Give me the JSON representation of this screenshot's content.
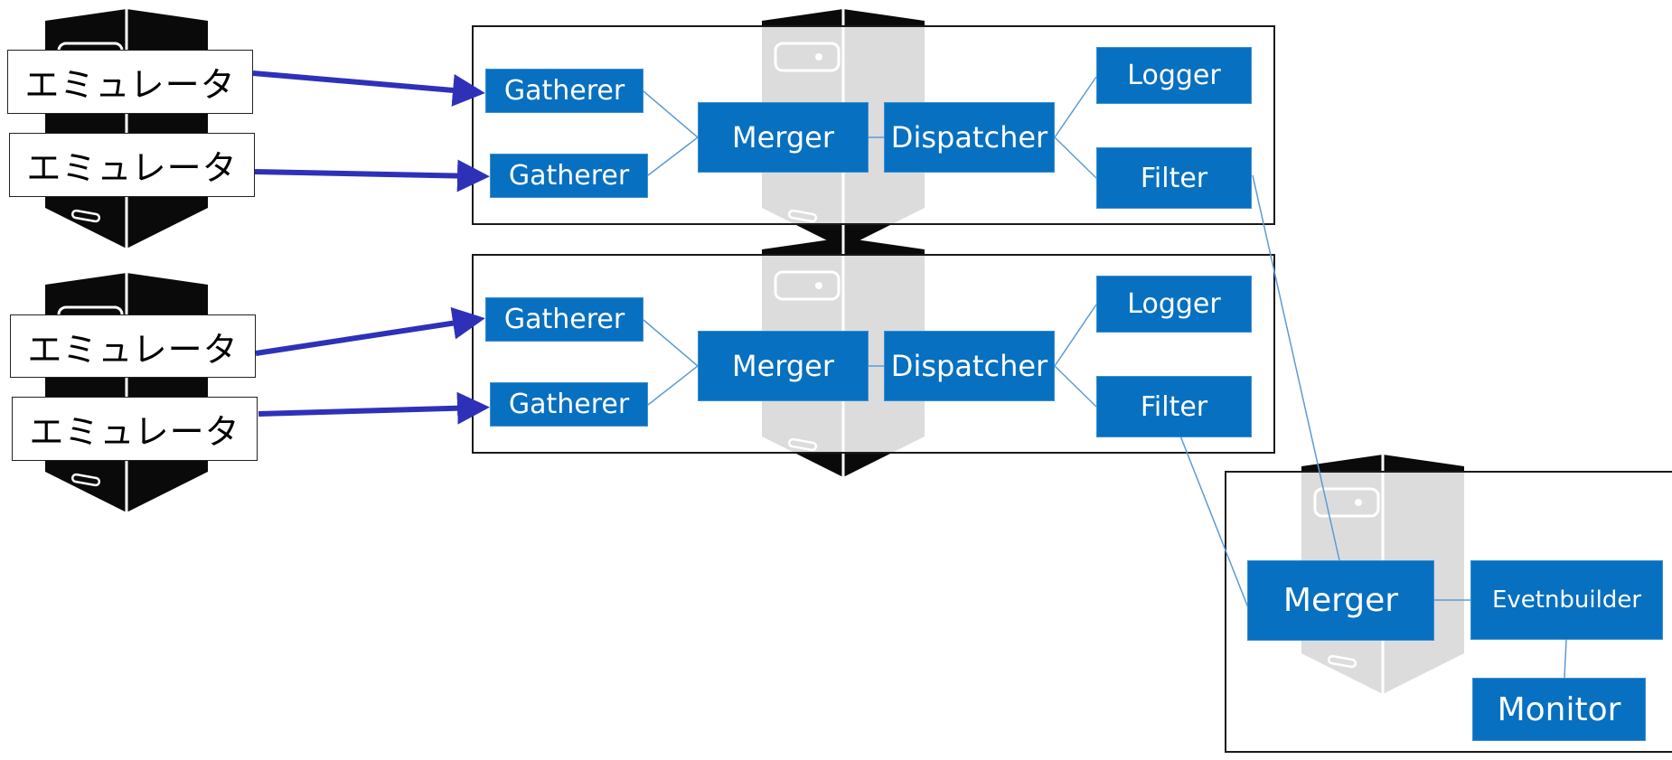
{
  "emulators": [
    "エミュレータ",
    "エミュレータ",
    "エミュレータ",
    "エミュレータ"
  ],
  "daq1": {
    "gatherer_top": "Gatherer",
    "gatherer_bottom": "Gatherer",
    "merger": "Merger",
    "dispatcher": "Dispatcher",
    "logger": "Logger",
    "filter": "Filter"
  },
  "daq2": {
    "gatherer_top": "Gatherer",
    "gatherer_bottom": "Gatherer",
    "merger": "Merger",
    "dispatcher": "Dispatcher",
    "logger": "Logger",
    "filter": "Filter"
  },
  "analysis": {
    "merger": "Merger",
    "eventbuilder": "Evetnbuilder",
    "monitor": "Monitor"
  },
  "colors": {
    "node_fill": "#0870c0",
    "node_text": "#ffffff",
    "arrow": "#2e31b8",
    "connector": "#5b9bd5",
    "server": "#0a0a0a"
  }
}
